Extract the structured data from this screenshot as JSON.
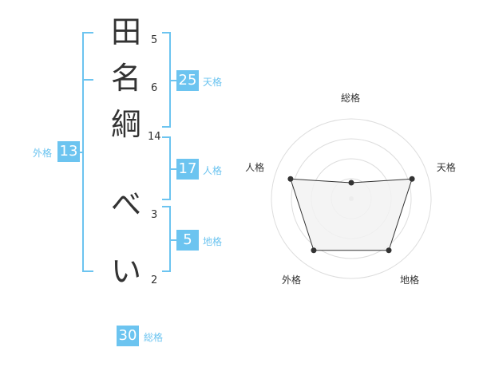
{
  "name": {
    "characters": [
      {
        "char": "田",
        "strokes": "5"
      },
      {
        "char": "名",
        "strokes": "6"
      },
      {
        "char": "綱",
        "strokes": "14"
      },
      {
        "char": "べ",
        "strokes": "3"
      },
      {
        "char": "い",
        "strokes": "2"
      }
    ]
  },
  "grids": {
    "tenkaku": {
      "value": "25",
      "label": "天格"
    },
    "jinkaku": {
      "value": "17",
      "label": "人格"
    },
    "chikaku": {
      "value": "5",
      "label": "地格"
    },
    "gaikaku": {
      "value": "13",
      "label": "外格"
    },
    "soukaku": {
      "value": "30",
      "label": "総格"
    }
  },
  "colors": {
    "accent": "#6cc4f0",
    "text": "#333333",
    "radar_fill": "#f2f2f2",
    "ring": "#dddddd"
  },
  "chart_data": {
    "type": "radar",
    "axes": [
      "総格",
      "天格",
      "地格",
      "外格",
      "人格"
    ],
    "values": [
      1,
      4,
      4,
      4,
      4
    ],
    "rmax": 5,
    "rings": 4
  }
}
